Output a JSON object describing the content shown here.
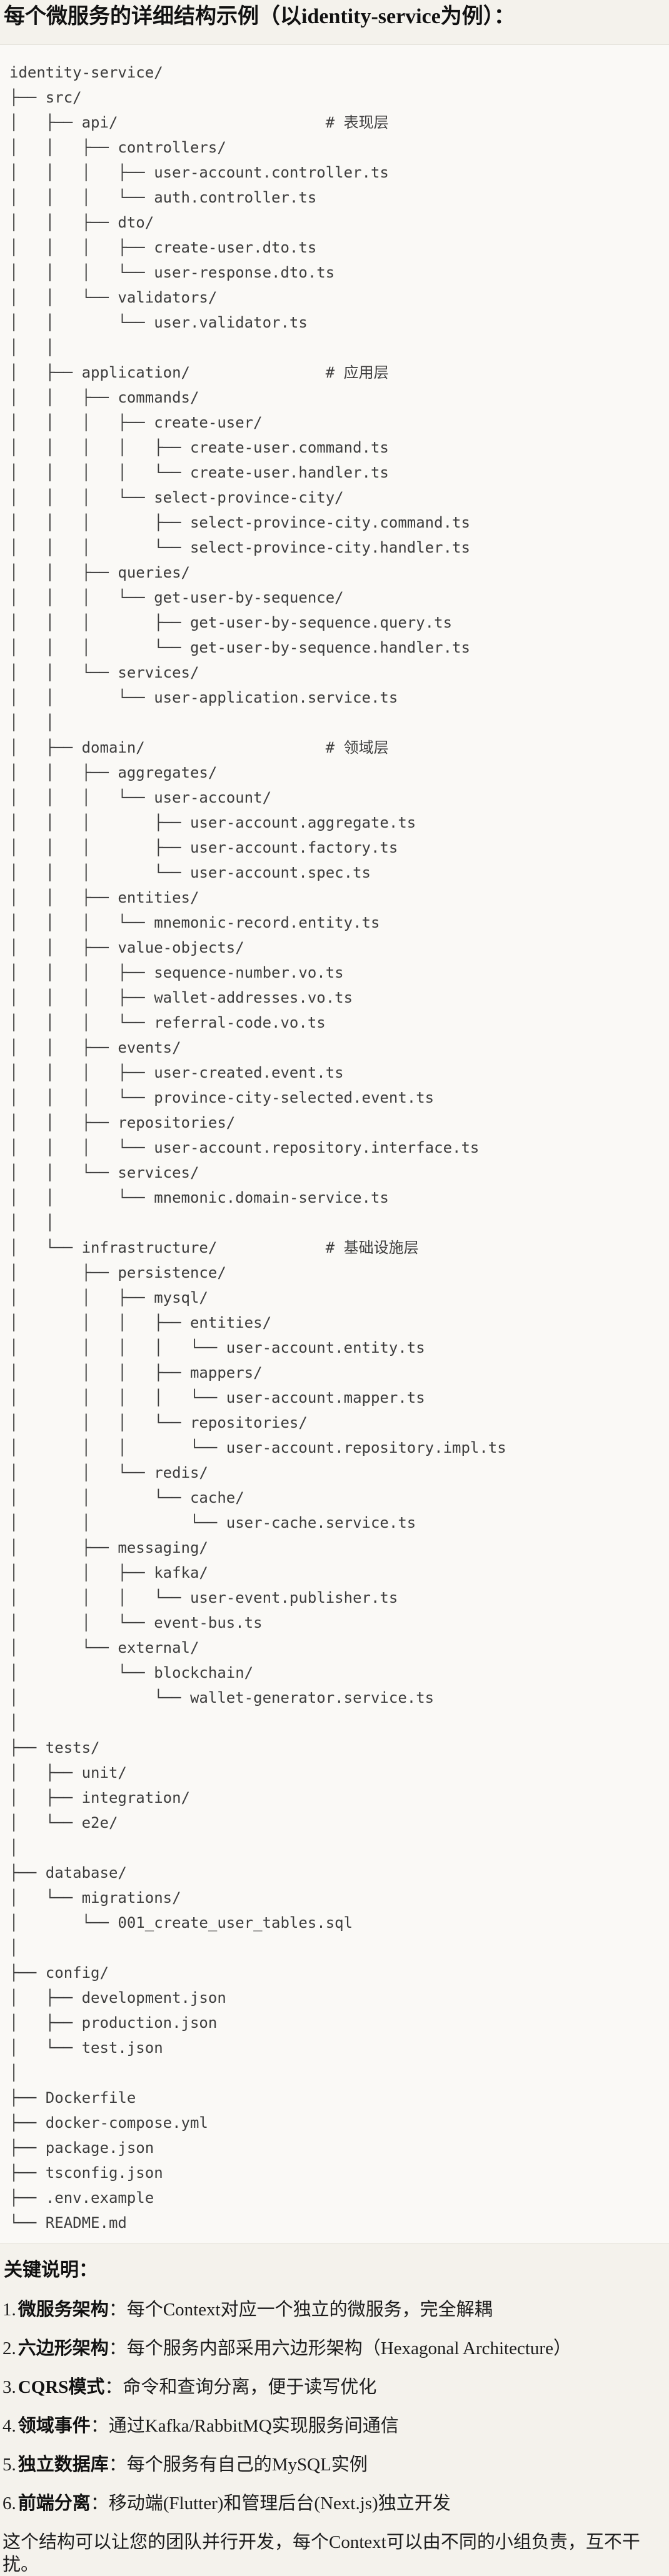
{
  "title": "每个微服务的详细结构示例（以identity-service为例）：",
  "code_block": {
    "lines": [
      "identity-service/",
      "├── src/",
      "│   ├── api/                       # 表现层",
      "│   │   ├── controllers/",
      "│   │   │   ├── user-account.controller.ts",
      "│   │   │   └── auth.controller.ts",
      "│   │   ├── dto/",
      "│   │   │   ├── create-user.dto.ts",
      "│   │   │   └── user-response.dto.ts",
      "│   │   └── validators/",
      "│   │       └── user.validator.ts",
      "│   │",
      "│   ├── application/               # 应用层",
      "│   │   ├── commands/",
      "│   │   │   ├── create-user/",
      "│   │   │   │   ├── create-user.command.ts",
      "│   │   │   │   └── create-user.handler.ts",
      "│   │   │   └── select-province-city/",
      "│   │   │       ├── select-province-city.command.ts",
      "│   │   │       └── select-province-city.handler.ts",
      "│   │   ├── queries/",
      "│   │   │   └── get-user-by-sequence/",
      "│   │   │       ├── get-user-by-sequence.query.ts",
      "│   │   │       └── get-user-by-sequence.handler.ts",
      "│   │   └── services/",
      "│   │       └── user-application.service.ts",
      "│   │",
      "│   ├── domain/                    # 领域层",
      "│   │   ├── aggregates/",
      "│   │   │   └── user-account/",
      "│   │   │       ├── user-account.aggregate.ts",
      "│   │   │       ├── user-account.factory.ts",
      "│   │   │       └── user-account.spec.ts",
      "│   │   ├── entities/",
      "│   │   │   └── mnemonic-record.entity.ts",
      "│   │   ├── value-objects/",
      "│   │   │   ├── sequence-number.vo.ts",
      "│   │   │   ├── wallet-addresses.vo.ts",
      "│   │   │   └── referral-code.vo.ts",
      "│   │   ├── events/",
      "│   │   │   ├── user-created.event.ts",
      "│   │   │   └── province-city-selected.event.ts",
      "│   │   ├── repositories/",
      "│   │   │   └── user-account.repository.interface.ts",
      "│   │   └── services/",
      "│   │       └── mnemonic.domain-service.ts",
      "│   │",
      "│   └── infrastructure/            # 基础设施层",
      "│       ├── persistence/",
      "│       │   ├── mysql/",
      "│       │   │   ├── entities/",
      "│       │   │   │   └── user-account.entity.ts",
      "│       │   │   ├── mappers/",
      "│       │   │   │   └── user-account.mapper.ts",
      "│       │   │   └── repositories/",
      "│       │   │       └── user-account.repository.impl.ts",
      "│       │   └── redis/",
      "│       │       └── cache/",
      "│       │           └── user-cache.service.ts",
      "│       ├── messaging/",
      "│       │   ├── kafka/",
      "│       │   │   └── user-event.publisher.ts",
      "│       │   └── event-bus.ts",
      "│       └── external/",
      "│           └── blockchain/",
      "│               └── wallet-generator.service.ts",
      "│",
      "├── tests/",
      "│   ├── unit/",
      "│   ├── integration/",
      "│   └── e2e/",
      "│",
      "├── database/",
      "│   └── migrations/",
      "│       └── 001_create_user_tables.sql",
      "│",
      "├── config/",
      "│   ├── development.json",
      "│   ├── production.json",
      "│   └── test.json",
      "│",
      "├── Dockerfile",
      "├── docker-compose.yml",
      "├── package.json",
      "├── tsconfig.json",
      "├── .env.example",
      "└── README.md"
    ]
  },
  "notes": {
    "heading": "关键说明：",
    "items": [
      {
        "num": "1.",
        "term": "微服务架构",
        "text": "：每个Context对应一个独立的微服务，完全解耦"
      },
      {
        "num": "2.",
        "term": "六边形架构",
        "text": "：每个服务内部采用六边形架构（Hexagonal Architecture）"
      },
      {
        "num": "3.",
        "term": "CQRS模式",
        "text": "：命令和查询分离，便于读写优化"
      },
      {
        "num": "4.",
        "term": "领域事件",
        "text": "：通过Kafka/RabbitMQ实现服务间通信"
      },
      {
        "num": "5.",
        "term": "独立数据库",
        "text": "：每个服务有自己的MySQL实例"
      },
      {
        "num": "6.",
        "term": "前端分离",
        "text": "：移动端(Flutter)和管理后台(Next.js)独立开发"
      }
    ],
    "closing": "这个结构可以让您的团队并行开发，每个Context可以由不同的小组负责，互不干扰。"
  }
}
